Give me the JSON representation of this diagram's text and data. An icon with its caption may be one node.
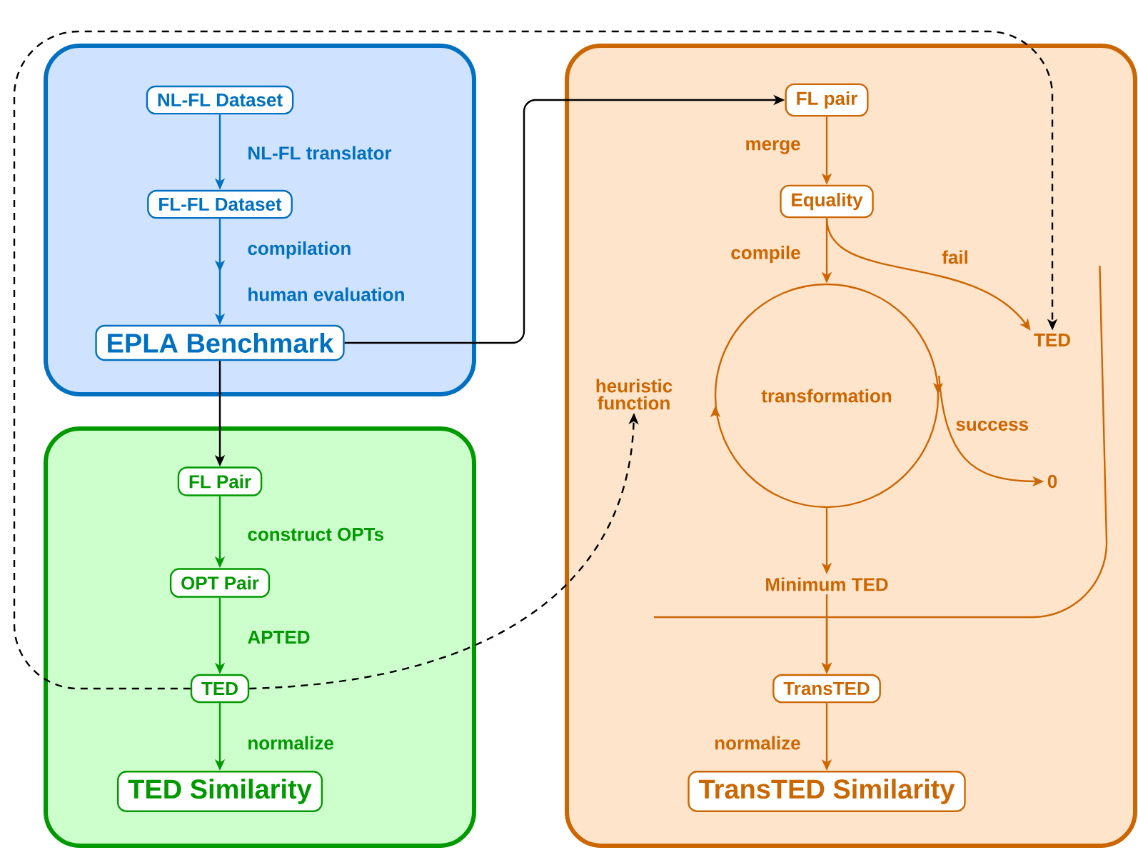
{
  "diagram": {
    "nodes": [
      {
        "text": [],
        "shape": "box"
      },
      {
        "text": [
          "NL-FL Dataset"
        ],
        "in": 0
      },
      {
        "text": [
          "FL-FL Dataset"
        ],
        "in": 0
      },
      {
        "text": [
          "EPLA Benchmark"
        ],
        "in": 0
      },
      {
        "text": [],
        "shape": "box"
      },
      {
        "text": [
          "FL Pair"
        ],
        "in": 4
      },
      {
        "text": [
          "OPT Pair"
        ],
        "in": 4
      },
      {
        "text": [
          "TED"
        ],
        "in": 4
      },
      {
        "text": [
          "TED Similarity"
        ],
        "in": 4
      },
      {
        "text": [],
        "shape": "box"
      },
      {
        "text": [
          "FL pair"
        ],
        "in": 9
      },
      {
        "text": [
          "Equality"
        ],
        "in": 9
      },
      {
        "text": [
          "transformation"
        ],
        "in": 9
      },
      {
        "text": [
          "TED"
        ],
        "in": 9
      },
      {
        "text": [
          "0"
        ],
        "in": 9
      },
      {
        "text": [
          "Minimum TED"
        ],
        "in": 9
      },
      {
        "text": [
          "TransTED"
        ],
        "in": 9
      },
      {
        "text": [
          "TransTED Similarity"
        ],
        "in": 9
      },
      {
        "text": [
          "heuristic function"
        ],
        "in": 9
      }
    ],
    "edges": [
      {
        "from": 1,
        "to": 2,
        "arrow": "to",
        "label": "NL-FL translator",
        "color": "#0070c0"
      },
      {
        "from": 2,
        "to": 3,
        "arrow": "to",
        "label": "compilation",
        "color": "#0070c0"
      },
      {
        "from": 3,
        "to": 10,
        "arrow": "to",
        "color": "#000000"
      },
      {
        "from": 3,
        "to": 5,
        "arrow": "to",
        "color": "#000000"
      },
      {
        "from": 5,
        "to": 6,
        "arrow": "to",
        "label": "construct OPTs",
        "color": "#009900"
      },
      {
        "from": 6,
        "to": 7,
        "arrow": "to",
        "label": "APTED",
        "color": "#009900"
      },
      {
        "from": 7,
        "to": 8,
        "arrow": "to",
        "label": "normalize",
        "color": "#009900"
      },
      {
        "from": 10,
        "to": 11,
        "arrow": "to",
        "label": "merge"
      },
      {
        "from": 11,
        "to": 12,
        "arrow": "to",
        "label": "compile"
      },
      {
        "from": 11,
        "to": 13,
        "arrow": "to",
        "label": "fail"
      },
      {
        "from": 12,
        "to": 14,
        "arrow": "to",
        "label": "success"
      },
      {
        "from": 12,
        "to": 15,
        "arrow": "to"
      },
      {
        "from": 15,
        "to": 16,
        "arrow": "to"
      },
      {
        "from": 13,
        "to": 16,
        "arrow": "to"
      },
      {
        "from": 16,
        "to": 17,
        "arrow": "to",
        "label": "normalize"
      },
      {
        "from": 7,
        "to": 13,
        "arrow": "to",
        "style": "dashed",
        "color": "#000000"
      },
      {
        "from": 7,
        "to": 18,
        "arrow": "to",
        "style": "dashed",
        "color": "#000000"
      }
    ],
    "labels": [
      "human evaluation"
    ]
  }
}
